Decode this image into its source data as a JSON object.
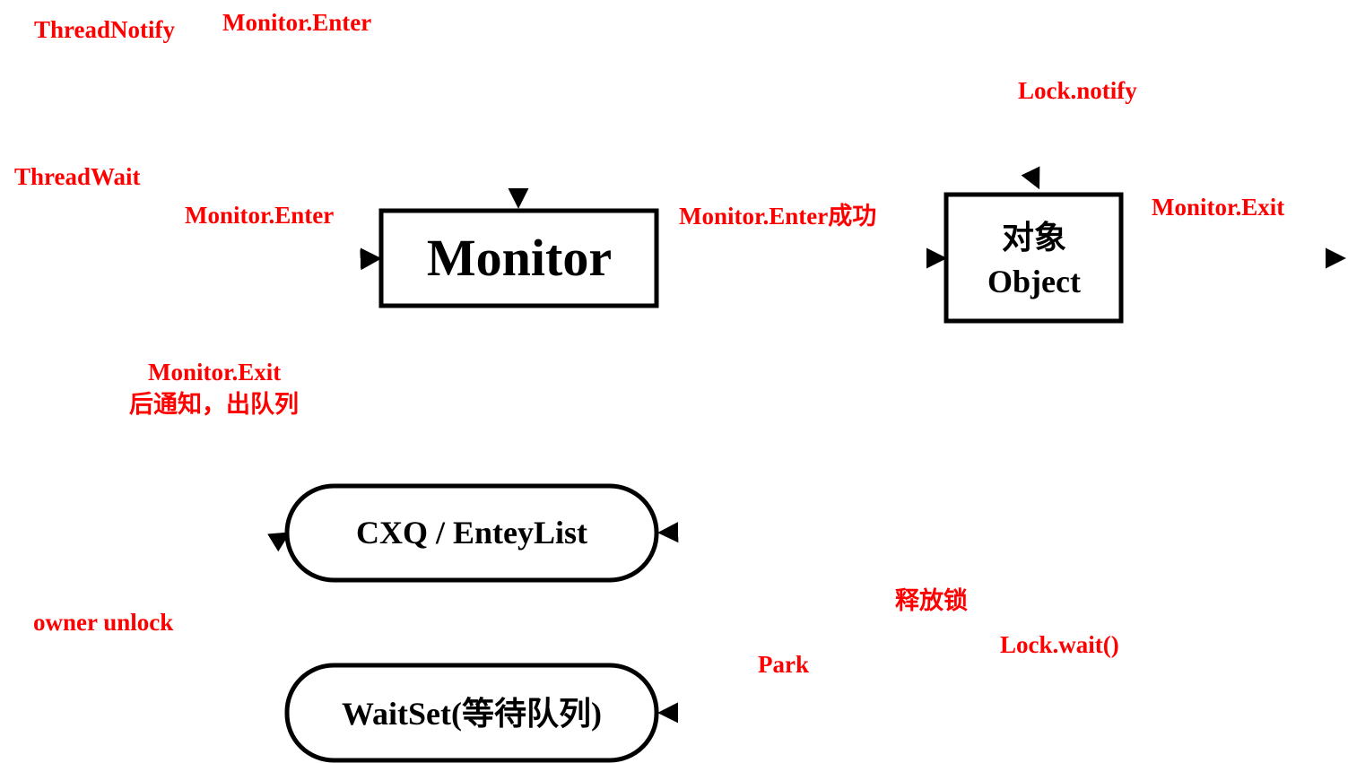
{
  "colors": {
    "label": "#ff0000",
    "line": "#000000",
    "box_fill": "#ffffff"
  },
  "nodes": {
    "monitor": "Monitor",
    "object_cn": "对象",
    "object_en": "Object",
    "cxq": "CXQ / EnteyList",
    "waitset": "WaitSet(等待队列)"
  },
  "labels": {
    "thread_notify": "ThreadNotify",
    "monitor_enter_top": "Monitor.Enter",
    "thread_wait": "ThreadWait",
    "monitor_enter_left": "Monitor.Enter",
    "monitor_enter_success": "Monitor.Enter成功",
    "lock_notify": "Lock.notify",
    "monitor_exit_right": "Monitor.Exit",
    "monitor_exit_left": "Monitor.Exit",
    "notify_dequeue": "后通知，出队列",
    "owner_unlock": "owner unlock",
    "release_lock": "释放锁",
    "park": "Park",
    "lock_wait": "Lock.wait()"
  }
}
